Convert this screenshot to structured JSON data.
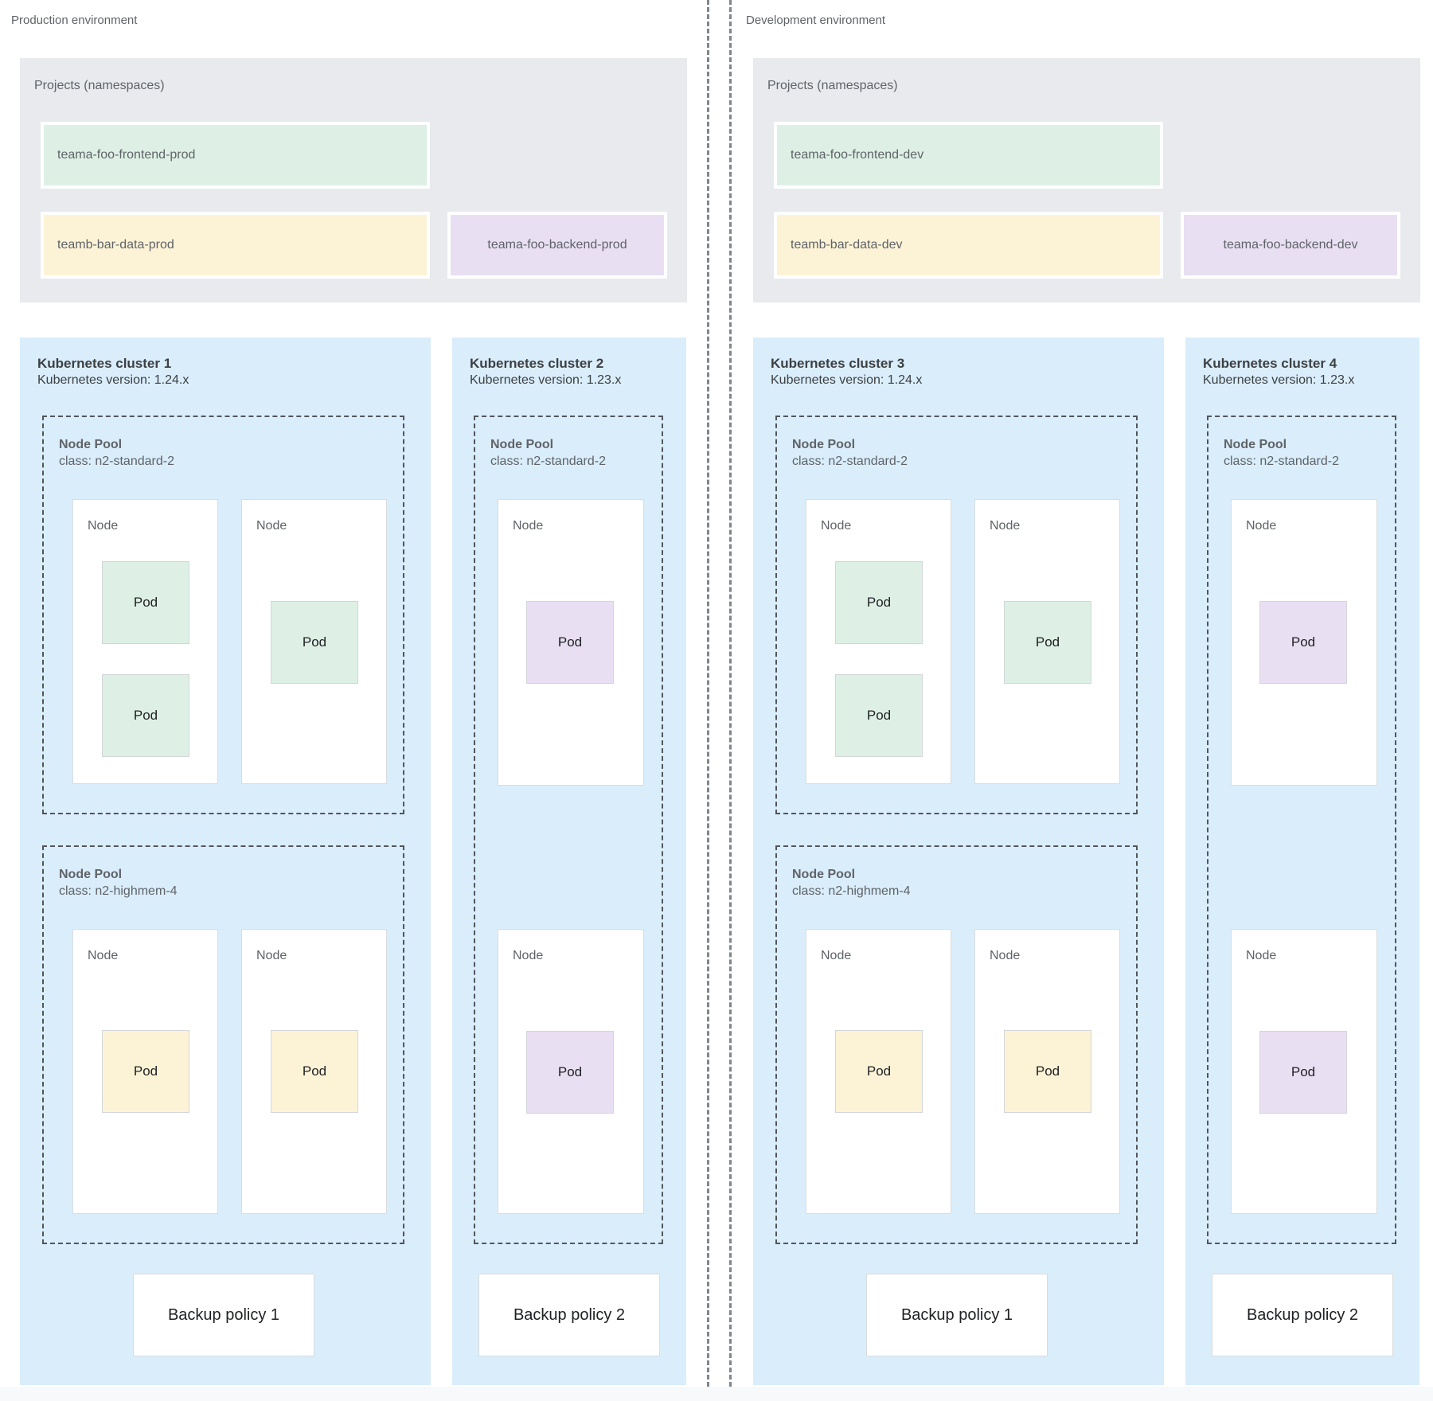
{
  "palette": {
    "cluster_blue": "#DAEDFA",
    "projects_gray": "#E8EAED",
    "namespace_green": "#DEF0E5",
    "namespace_yellow": "#FCF3D7",
    "namespace_purple": "#E9DFF3",
    "pod_green": "#DEF0E5",
    "pod_yellow": "#FCF3D7",
    "pod_purple": "#E9DFF3",
    "node_fill": "#FFFFFF",
    "box_border_gray": "#DADCE0",
    "dashed_border_gray": "#51565B",
    "divider_gray": "#7F868C",
    "label_gray": "#5F6368",
    "title_dark": "#3C4043",
    "text_black": "#202124"
  },
  "environments": [
    {
      "label": "Production environment",
      "projects": {
        "title": "Projects (namespaces)",
        "namespaces": [
          {
            "name": "teama-foo-frontend-prod",
            "color_key": "green"
          },
          {
            "name": "teamb-bar-data-prod",
            "color_key": "yellow"
          },
          {
            "name": "teama-foo-backend-prod",
            "color_key": "purple"
          }
        ]
      },
      "clusters": [
        {
          "title": "Kubernetes cluster 1",
          "version": "Kubernetes version: 1.24.x",
          "backup_policy": "Backup policy 1",
          "node_pools": [
            {
              "name": "Node Pool",
              "class": "class: n2-standard-2",
              "nodes": [
                {
                  "label": "Node",
                  "pods": [
                    {
                      "label": "Pod",
                      "color_key": "green"
                    },
                    {
                      "label": "Pod",
                      "color_key": "green"
                    }
                  ]
                },
                {
                  "label": "Node",
                  "pods": [
                    {
                      "label": "Pod",
                      "color_key": "green"
                    }
                  ]
                }
              ]
            },
            {
              "name": "Node Pool",
              "class": "class: n2-highmem-4",
              "nodes": [
                {
                  "label": "Node",
                  "pods": [
                    {
                      "label": "Pod",
                      "color_key": "yellow"
                    }
                  ]
                },
                {
                  "label": "Node",
                  "pods": [
                    {
                      "label": "Pod",
                      "color_key": "yellow"
                    }
                  ]
                }
              ]
            }
          ]
        },
        {
          "title": "Kubernetes cluster 2",
          "version": "Kubernetes version: 1.23.x",
          "backup_policy": "Backup policy 2",
          "node_pools": [
            {
              "name": "Node Pool",
              "class": "class: n2-standard-2",
              "nodes": [
                {
                  "label": "Node",
                  "pods": [
                    {
                      "label": "Pod",
                      "color_key": "purple"
                    }
                  ]
                },
                {
                  "label": "Node",
                  "pods": [
                    {
                      "label": "Pod",
                      "color_key": "purple"
                    }
                  ]
                }
              ]
            }
          ]
        }
      ]
    },
    {
      "label": "Development environment",
      "projects": {
        "title": "Projects (namespaces)",
        "namespaces": [
          {
            "name": "teama-foo-frontend-dev",
            "color_key": "green"
          },
          {
            "name": "teamb-bar-data-dev",
            "color_key": "yellow"
          },
          {
            "name": "teama-foo-backend-dev",
            "color_key": "purple"
          }
        ]
      },
      "clusters": [
        {
          "title": "Kubernetes cluster 3",
          "version": "Kubernetes version: 1.24.x",
          "backup_policy": "Backup policy 1",
          "node_pools": [
            {
              "name": "Node Pool",
              "class": "class: n2-standard-2",
              "nodes": [
                {
                  "label": "Node",
                  "pods": [
                    {
                      "label": "Pod",
                      "color_key": "green"
                    },
                    {
                      "label": "Pod",
                      "color_key": "green"
                    }
                  ]
                },
                {
                  "label": "Node",
                  "pods": [
                    {
                      "label": "Pod",
                      "color_key": "green"
                    }
                  ]
                }
              ]
            },
            {
              "name": "Node Pool",
              "class": "class: n2-highmem-4",
              "nodes": [
                {
                  "label": "Node",
                  "pods": [
                    {
                      "label": "Pod",
                      "color_key": "yellow"
                    }
                  ]
                },
                {
                  "label": "Node",
                  "pods": [
                    {
                      "label": "Pod",
                      "color_key": "yellow"
                    }
                  ]
                }
              ]
            }
          ]
        },
        {
          "title": "Kubernetes cluster 4",
          "version": "Kubernetes version: 1.23.x",
          "backup_policy": "Backup policy 2",
          "node_pools": [
            {
              "name": "Node Pool",
              "class": "class: n2-standard-2",
              "nodes": [
                {
                  "label": "Node",
                  "pods": [
                    {
                      "label": "Pod",
                      "color_key": "purple"
                    }
                  ]
                },
                {
                  "label": "Node",
                  "pods": [
                    {
                      "label": "Pod",
                      "color_key": "purple"
                    }
                  ]
                }
              ]
            }
          ]
        }
      ]
    }
  ]
}
